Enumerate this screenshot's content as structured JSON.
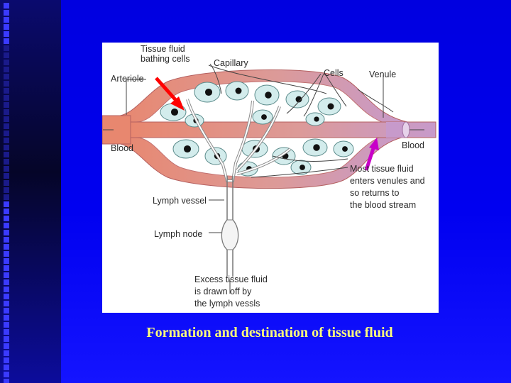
{
  "caption": "Formation and destination of tissue fluid",
  "diagram": {
    "labels": {
      "tissue_fluid": "Tissue fluid\nbathing cells",
      "capillary": "Capillary",
      "cells": "Cells",
      "venule": "Venule",
      "arteriole": "Arteriole",
      "blood_left": "Blood",
      "blood_right": "Blood",
      "most_tissue_fluid": "Most tissue fluid\nenters venules and\nso returns to\nthe blood stream",
      "lymph_vessel": "Lymph vessel",
      "lymph_node": "Lymph node",
      "excess_tissue_fluid": "Excess tissue fluid\nis drawn off by\nthe lymph vessls"
    },
    "colors": {
      "arteriole_red": "#e8876f",
      "venule_purple": "#c79acb",
      "cell_fill": "#d3ecec",
      "lymph_fill": "#ffffff",
      "red_arrow": "#ff0000",
      "magenta_arrow": "#c800c8"
    }
  }
}
